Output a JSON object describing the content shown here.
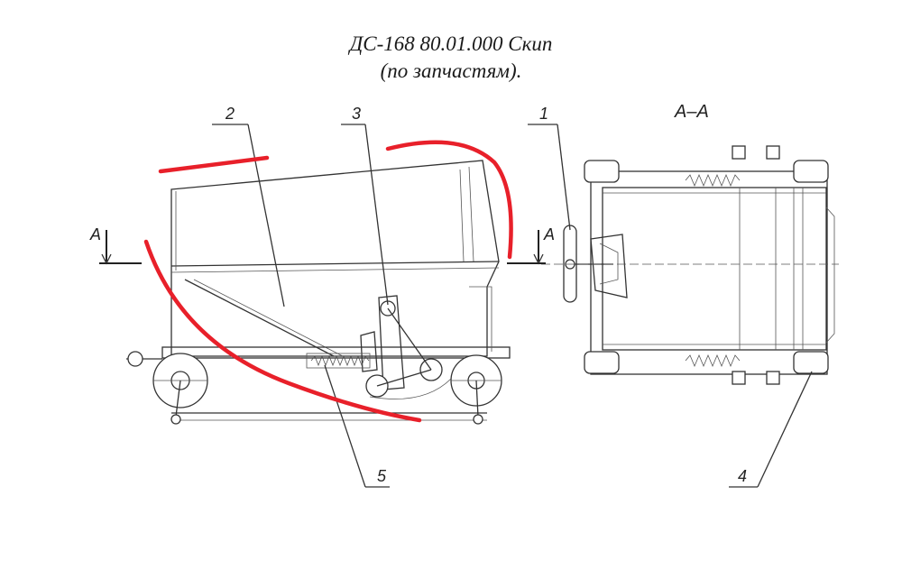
{
  "title": {
    "line1": "ДС-168 80.01.000 Скип",
    "line2": "(по запчастям)."
  },
  "section_label": "A–A",
  "cut_marks": {
    "left": "A",
    "right": "A"
  },
  "callouts": [
    "1",
    "2",
    "3",
    "4",
    "5"
  ],
  "colors": {
    "highlight": "#e8202a",
    "drawing": "#333333"
  }
}
